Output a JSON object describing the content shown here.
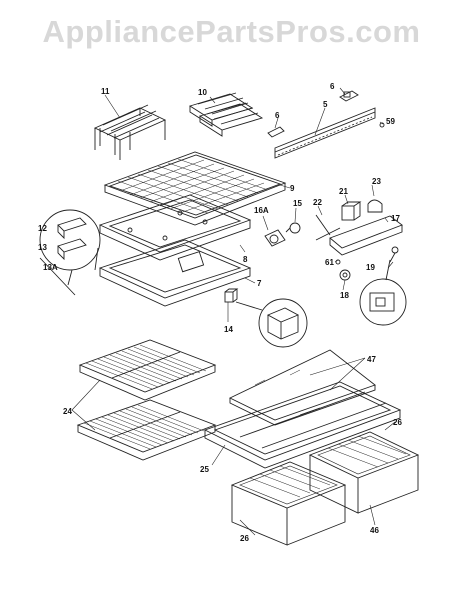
{
  "watermark": "AppliancePartsPros.com",
  "part_labels": {
    "p11": "11",
    "p10": "10",
    "p6a": "6",
    "p6b": "6",
    "p5": "5",
    "p59": "59",
    "p9": "9",
    "p21": "21",
    "p23": "23",
    "p16a": "16A",
    "p15": "15",
    "p22": "22",
    "p17": "17",
    "p12": "12",
    "p13": "13",
    "p13a": "13A",
    "p8": "8",
    "p61": "61",
    "p19": "19",
    "p7": "7",
    "p18": "18",
    "p14": "14",
    "p47": "47",
    "p24": "24",
    "p25": "25",
    "p26a": "26",
    "p26b": "26",
    "p46": "46"
  }
}
